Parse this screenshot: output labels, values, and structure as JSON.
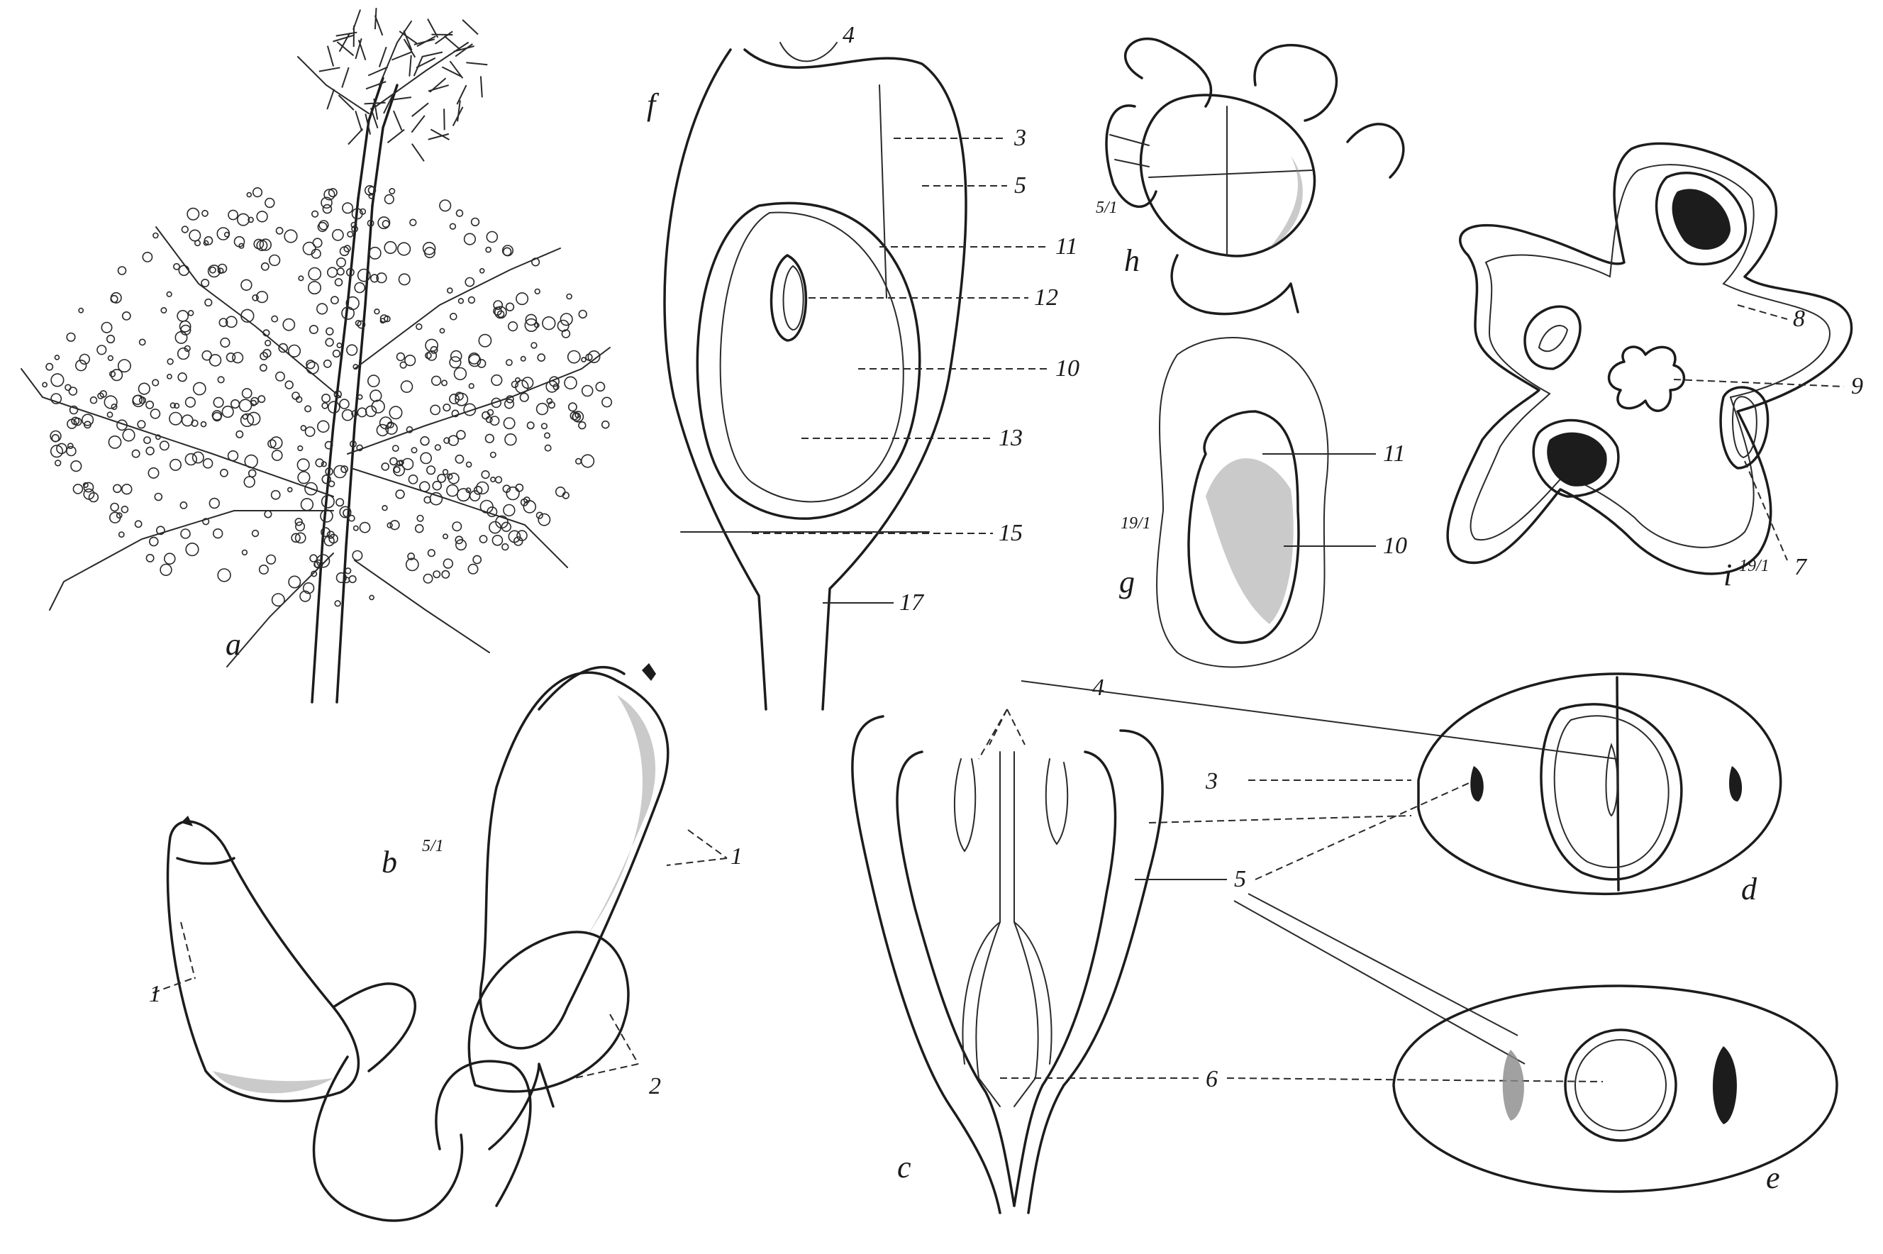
{
  "figures": {
    "a": {
      "letter": "a"
    },
    "b": {
      "letter": "b",
      "scale": "5/1",
      "callouts": [
        "1",
        "1",
        "2"
      ]
    },
    "c": {
      "letter": "c",
      "callouts": [
        "4",
        "3",
        "5",
        "6"
      ]
    },
    "d": {
      "letter": "d"
    },
    "e": {
      "letter": "e"
    },
    "f": {
      "letter": "f",
      "callouts": [
        "4",
        "3",
        "5",
        "11",
        "12",
        "10",
        "13",
        "15",
        "17"
      ]
    },
    "g": {
      "letter": "g",
      "scale": "19/1",
      "callouts": [
        "11",
        "10"
      ]
    },
    "h": {
      "letter": "h",
      "scale": "5/1"
    },
    "i": {
      "letter": "i",
      "scale": "19/1",
      "callouts": [
        "8",
        "9",
        "7"
      ]
    }
  },
  "colors": {
    "ink": "#1c1c1c",
    "paper": "#ffffff"
  }
}
